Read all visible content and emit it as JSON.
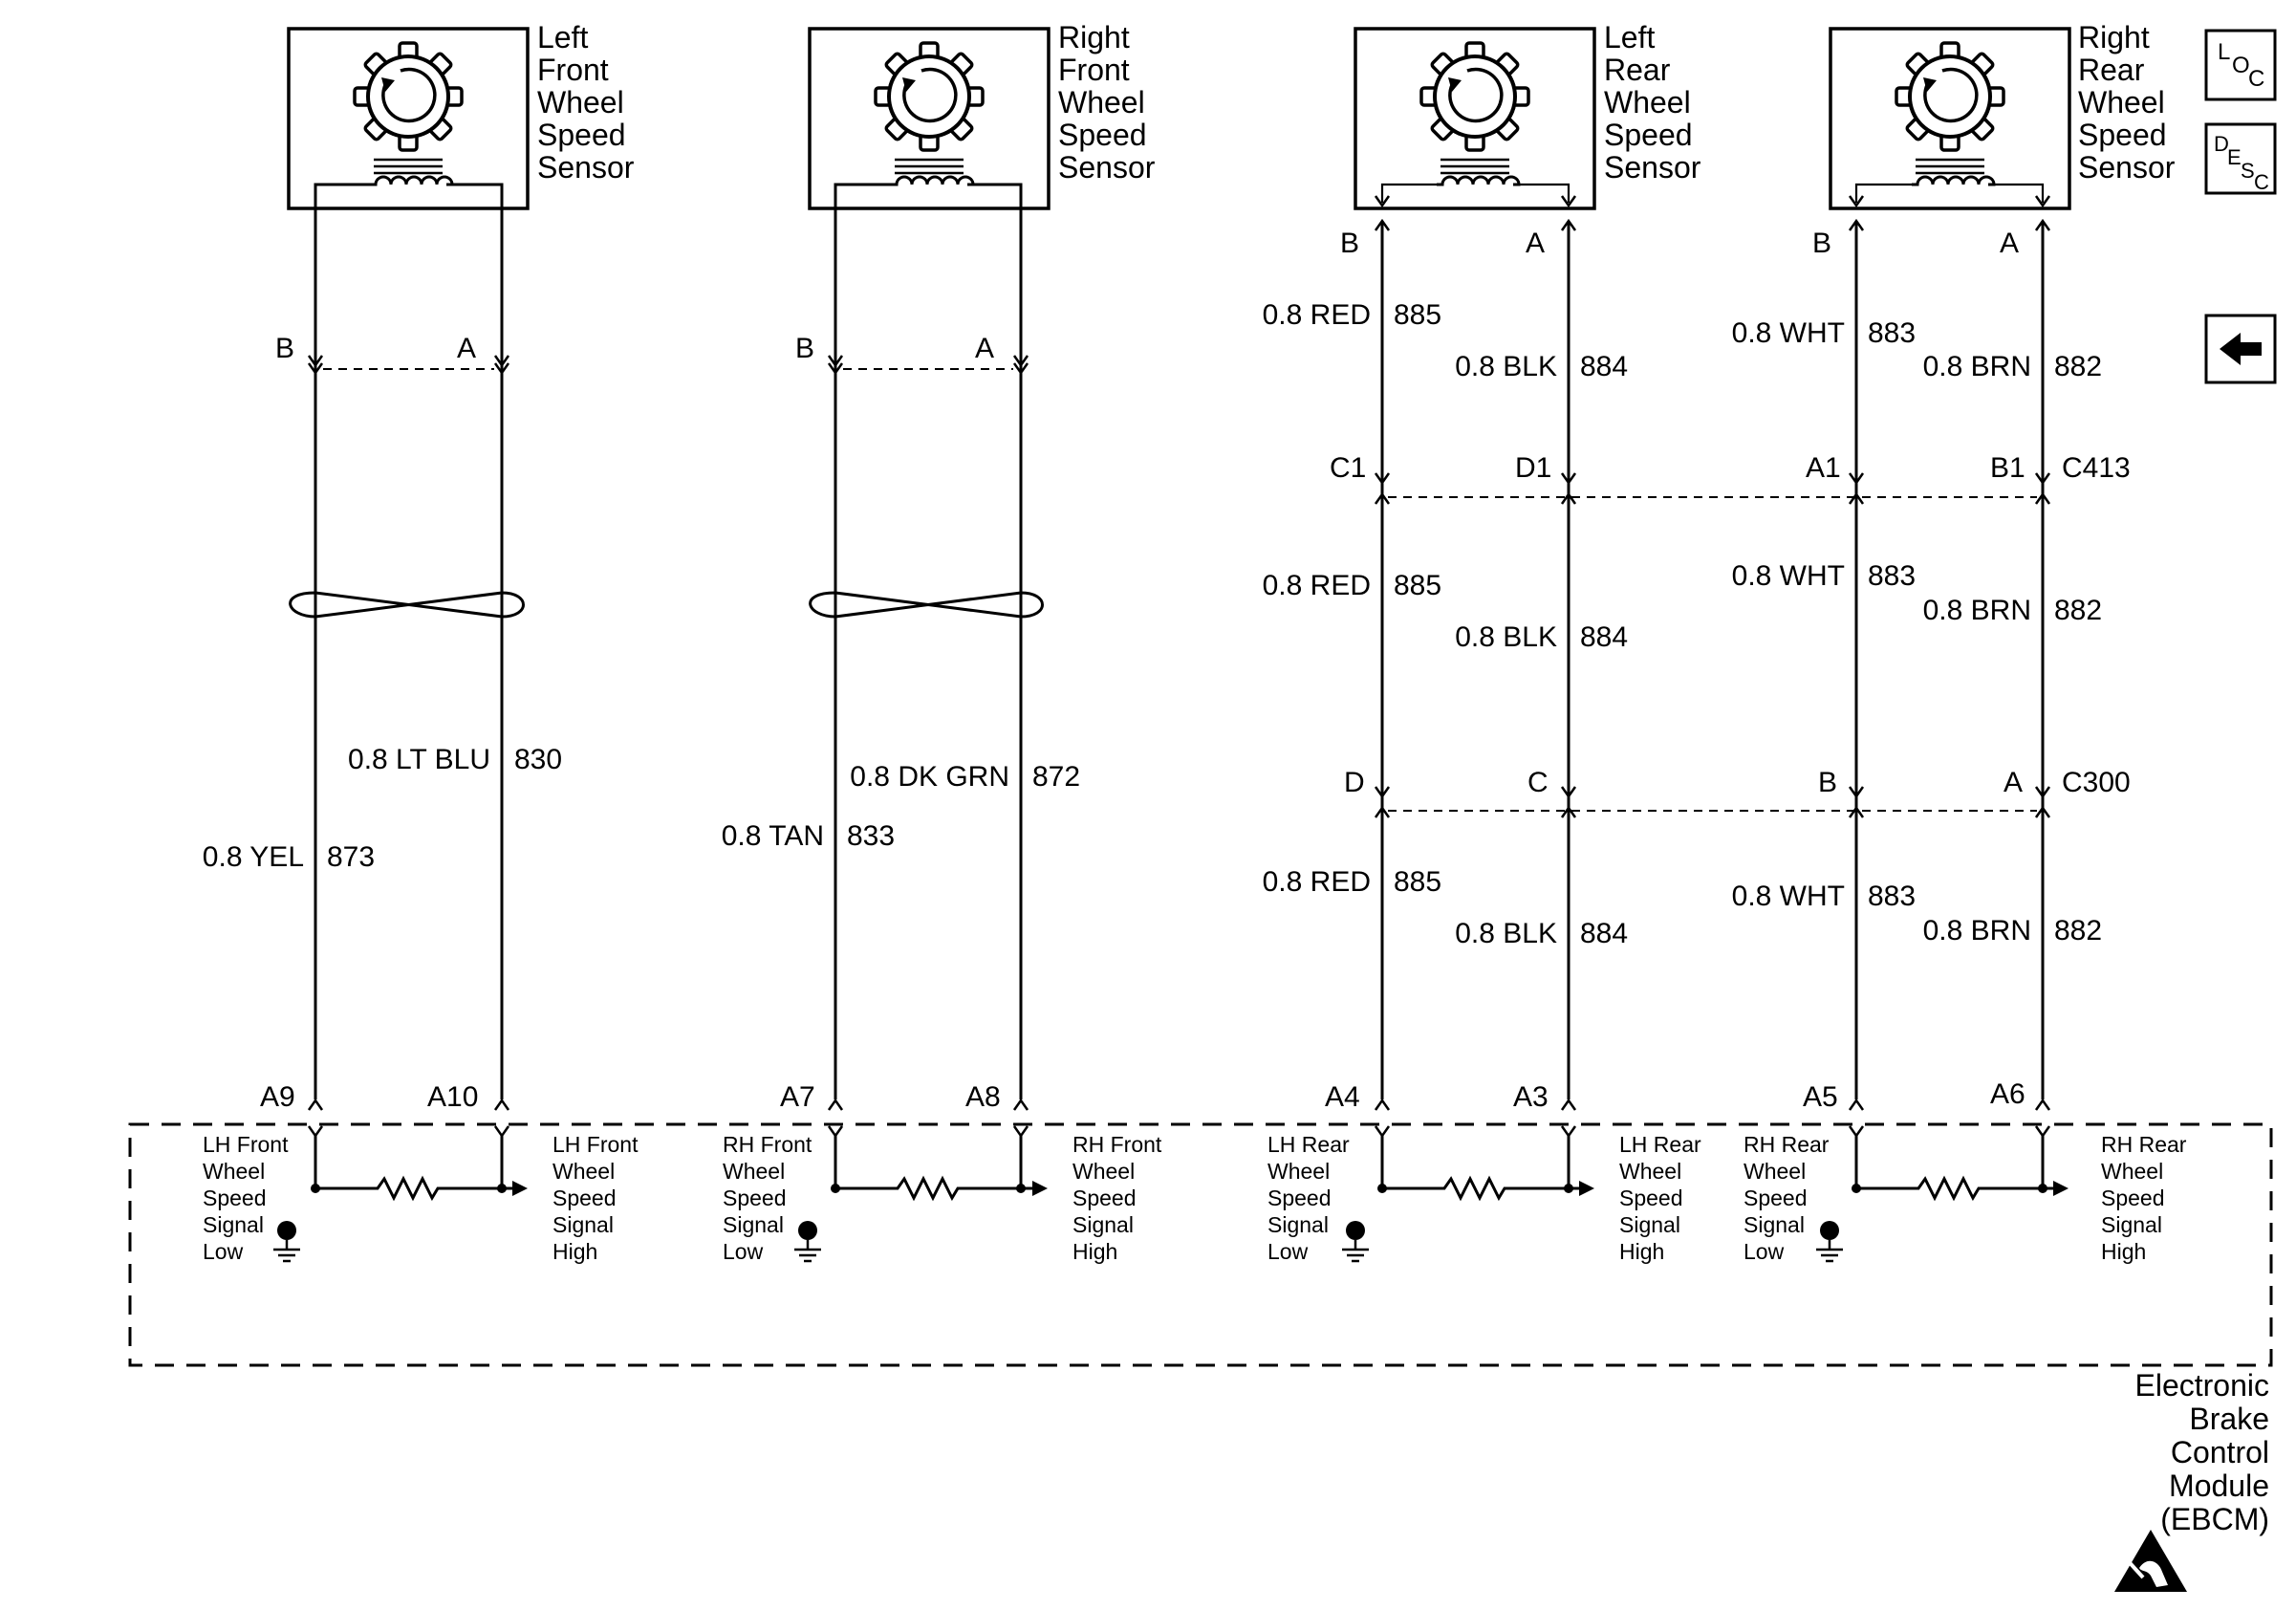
{
  "sensors": {
    "lf": [
      "Left",
      "Front",
      "Wheel",
      "Speed",
      "Sensor"
    ],
    "rf": [
      "Right",
      "Front",
      "Wheel",
      "Speed",
      "Sensor"
    ],
    "lr": [
      "Left",
      "Rear",
      "Wheel",
      "Speed",
      "Sensor"
    ],
    "rr": [
      "Right",
      "Rear",
      "Wheel",
      "Speed",
      "Sensor"
    ]
  },
  "pins": {
    "lf_b": "B",
    "lf_a": "A",
    "rf_b": "B",
    "rf_a": "A",
    "lr_b": "B",
    "lr_a": "A",
    "rr_b": "B",
    "rr_a": "A",
    "c413_c1": "C1",
    "c413_d1": "D1",
    "c413_a1": "A1",
    "c413_b1": "B1",
    "c300_d": "D",
    "c300_c": "C",
    "c300_b": "B",
    "c300_a": "A",
    "ebcm_a9": "A9",
    "ebcm_a10": "A10",
    "ebcm_a7": "A7",
    "ebcm_a8": "A8",
    "ebcm_a4": "A4",
    "ebcm_a3": "A3",
    "ebcm_a5": "A5",
    "ebcm_a6": "A6"
  },
  "connectors": {
    "c413": "C413",
    "c300": "C300"
  },
  "wires": {
    "lf_low": {
      "color": "0.8 YEL",
      "circuit": "873"
    },
    "lf_high": {
      "color": "0.8 LT BLU",
      "circuit": "830"
    },
    "rf_low": {
      "color": "0.8 TAN",
      "circuit": "833"
    },
    "rf_high": {
      "color": "0.8 DK GRN",
      "circuit": "872"
    },
    "lr_low": {
      "color": "0.8 RED",
      "circuit": "885"
    },
    "lr_high": {
      "color": "0.8 BLK",
      "circuit": "884"
    },
    "rr_low": {
      "color": "0.8 WHT",
      "circuit": "883"
    },
    "rr_high": {
      "color": "0.8 BRN",
      "circuit": "882"
    }
  },
  "module_signals": {
    "lf_low": [
      "LH Front",
      "Wheel",
      "Speed",
      "Signal",
      "Low"
    ],
    "lf_high": [
      "LH Front",
      "Wheel",
      "Speed",
      "Signal",
      "High"
    ],
    "rf_low": [
      "RH Front",
      "Wheel",
      "Speed",
      "Signal",
      "Low"
    ],
    "rf_high": [
      "RH Front",
      "Wheel",
      "Speed",
      "Signal",
      "High"
    ],
    "lr_low": [
      "LH Rear",
      "Wheel",
      "Speed",
      "Signal",
      "Low"
    ],
    "lr_high": [
      "LH Rear",
      "Wheel",
      "Speed",
      "Signal",
      "High"
    ],
    "rr_low": [
      "RH Rear",
      "Wheel",
      "Speed",
      "Signal",
      "Low"
    ],
    "rr_high": [
      "RH Rear",
      "Wheel",
      "Speed",
      "Signal",
      "High"
    ]
  },
  "module_name": [
    "Electronic",
    "Brake",
    "Control",
    "Module",
    "(EBCM)"
  ],
  "side_icons": {
    "loc": [
      "L",
      "O",
      "C"
    ],
    "desc": [
      "D",
      "E",
      "S",
      "C"
    ]
  }
}
